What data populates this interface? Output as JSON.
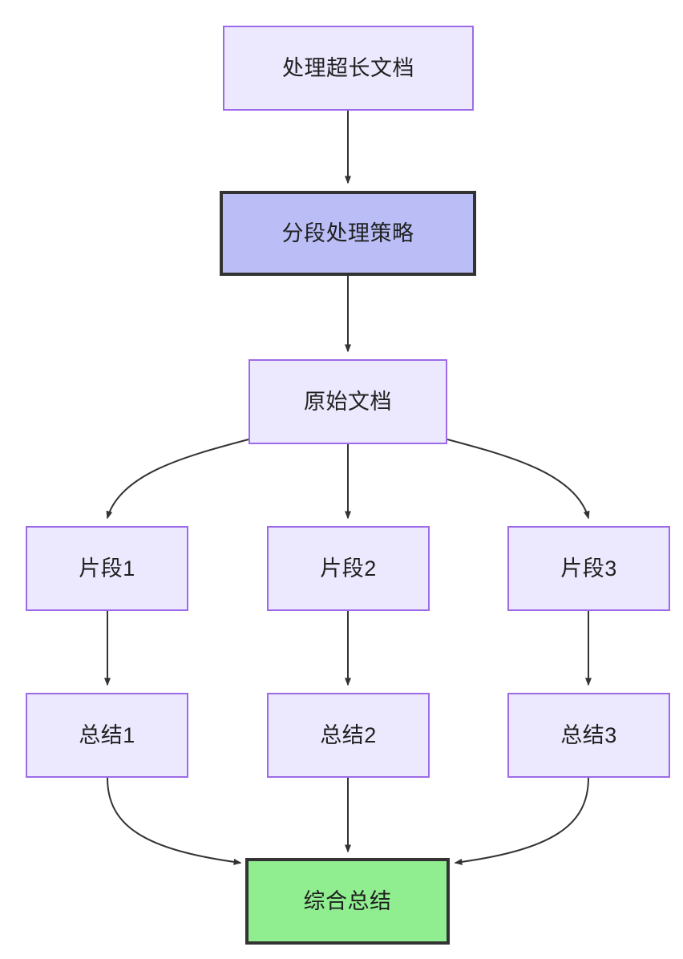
{
  "diagram": {
    "type": "flowchart",
    "direction": "top-to-bottom",
    "background": "#ffffff",
    "palette": {
      "default_fill": "#ECE8FD",
      "default_stroke": "#9D6BE8",
      "strategy_fill": "#BBBDF6",
      "strategy_stroke": "#333333",
      "final_fill": "#90EE90",
      "final_stroke": "#333333",
      "edge_stroke": "#333333",
      "label_color": "#1f2020"
    },
    "nodes": {
      "root": "处理超长文档",
      "strategy": "分段处理策略",
      "source_doc": "原始文档",
      "chunk1": "片段1",
      "chunk2": "片段2",
      "chunk3": "片段3",
      "summary1": "总结1",
      "summary2": "总结2",
      "summary3": "总结3",
      "final": "综合总结"
    },
    "edges": [
      {
        "from": "处理超长文档",
        "to": "分段处理策略",
        "shape": "straight"
      },
      {
        "from": "分段处理策略",
        "to": "原始文档",
        "shape": "straight"
      },
      {
        "from": "原始文档",
        "to": "片段1",
        "shape": "curved"
      },
      {
        "from": "原始文档",
        "to": "片段2",
        "shape": "straight"
      },
      {
        "from": "原始文档",
        "to": "片段3",
        "shape": "curved"
      },
      {
        "from": "片段1",
        "to": "总结1",
        "shape": "straight"
      },
      {
        "from": "片段2",
        "to": "总结2",
        "shape": "straight"
      },
      {
        "from": "片段3",
        "to": "总结3",
        "shape": "straight"
      },
      {
        "from": "总结1",
        "to": "综合总结",
        "shape": "curved"
      },
      {
        "from": "总结2",
        "to": "综合总结",
        "shape": "straight"
      },
      {
        "from": "总结3",
        "to": "综合总结",
        "shape": "curved"
      }
    ]
  }
}
